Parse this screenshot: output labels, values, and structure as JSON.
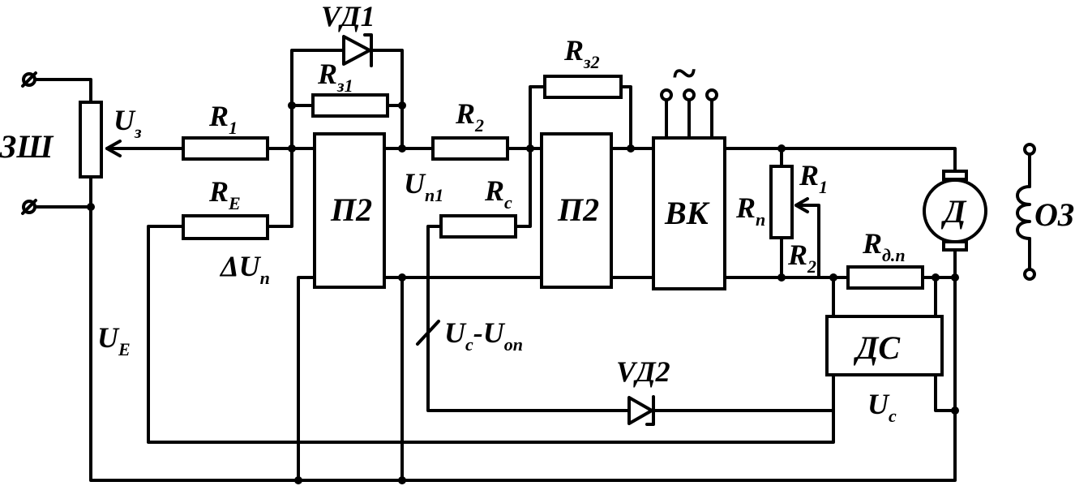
{
  "labels": {
    "zsh": "ЗШ",
    "uz_main": "U",
    "uz_sub": "з",
    "r1_main": "R",
    "r1_sub": "1",
    "re_main": "R",
    "re_sub": "E",
    "du_main": "ΔU",
    "du_sub": "п",
    "ue_main": "U",
    "ue_sub": "E",
    "vd1": "VД1",
    "rz1_main": "R",
    "rz1_sub": "з1",
    "p2_left": "П2",
    "un1_main": "U",
    "un1_sub": "п1",
    "r2_main": "R",
    "r2_sub": "2",
    "rz2_main": "R",
    "rz2_sub": "з2",
    "rc_main": "R",
    "rc_sub": "с",
    "p2_right": "П2",
    "ucuon_u1": "U",
    "ucuon_s1": "с",
    "ucuon_mid": "-U",
    "ucuon_s2": "оп",
    "tilde": "~",
    "vk": "ВК",
    "rn_main": "R",
    "rn_sub": "п",
    "rp1_main": "R",
    "rp1_sub": "1",
    "rp2_main": "R",
    "rp2_sub": "2",
    "rdp_main": "R",
    "rdp_sub": "д.п",
    "motor": "Д",
    "oz": "ОЗ",
    "ds": "ДС",
    "vd2": "VД2",
    "uc_main": "U",
    "uc_sub": "с"
  }
}
